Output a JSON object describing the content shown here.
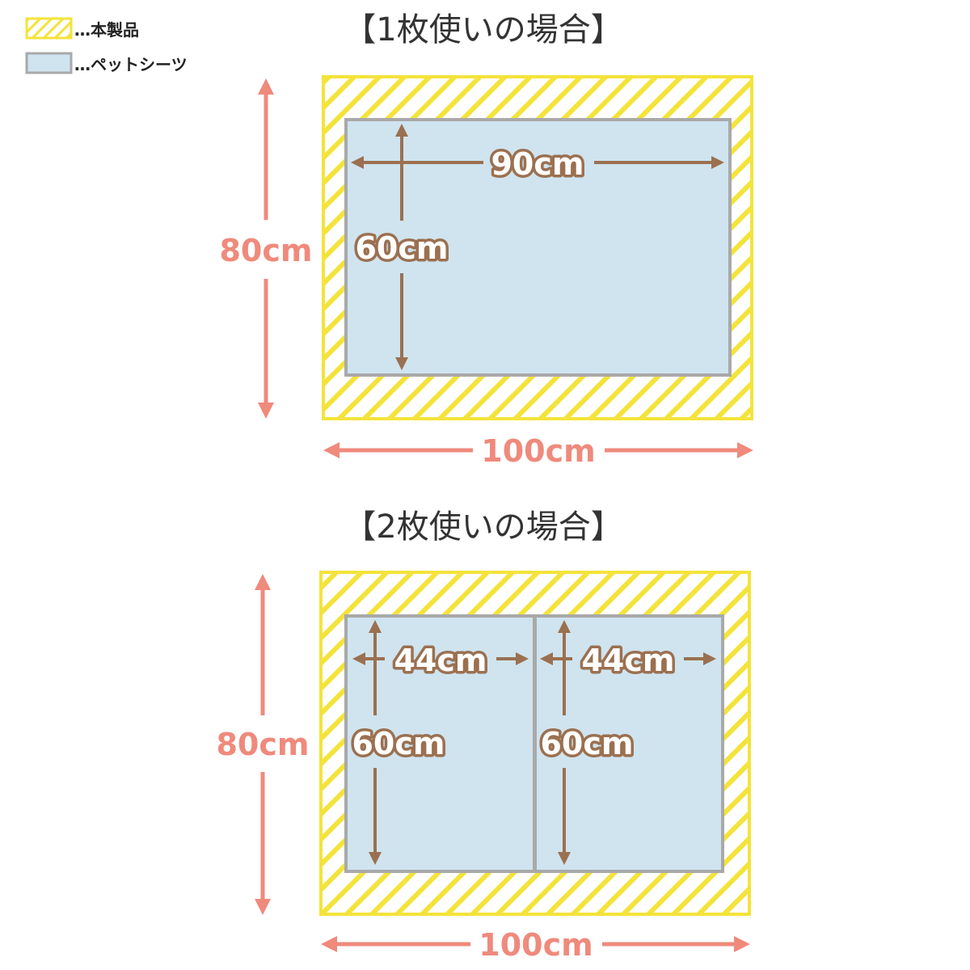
{
  "legend": {
    "product_label": "…本製品",
    "sheet_label": "…ペットシーツ"
  },
  "colors": {
    "product_border": "#f4e33a",
    "product_hatch": "#f4e33a",
    "sheet_fill": "#cfe4ef",
    "sheet_border": "#a9a9a9",
    "outer_dimension": "#ef8a7c",
    "inner_dimension": "#9b7050"
  },
  "diagrams": [
    {
      "title": "【1枚使いの場合】",
      "outer_height_label": "80cm",
      "outer_width_label": "100cm",
      "sheets": [
        {
          "width_label": "90cm",
          "height_label": "60cm"
        }
      ]
    },
    {
      "title": "【2枚使いの場合】",
      "outer_height_label": "80cm",
      "outer_width_label": "100cm",
      "sheets": [
        {
          "width_label": "44cm",
          "height_label": "60cm"
        },
        {
          "width_label": "44cm",
          "height_label": "60cm"
        }
      ]
    }
  ]
}
